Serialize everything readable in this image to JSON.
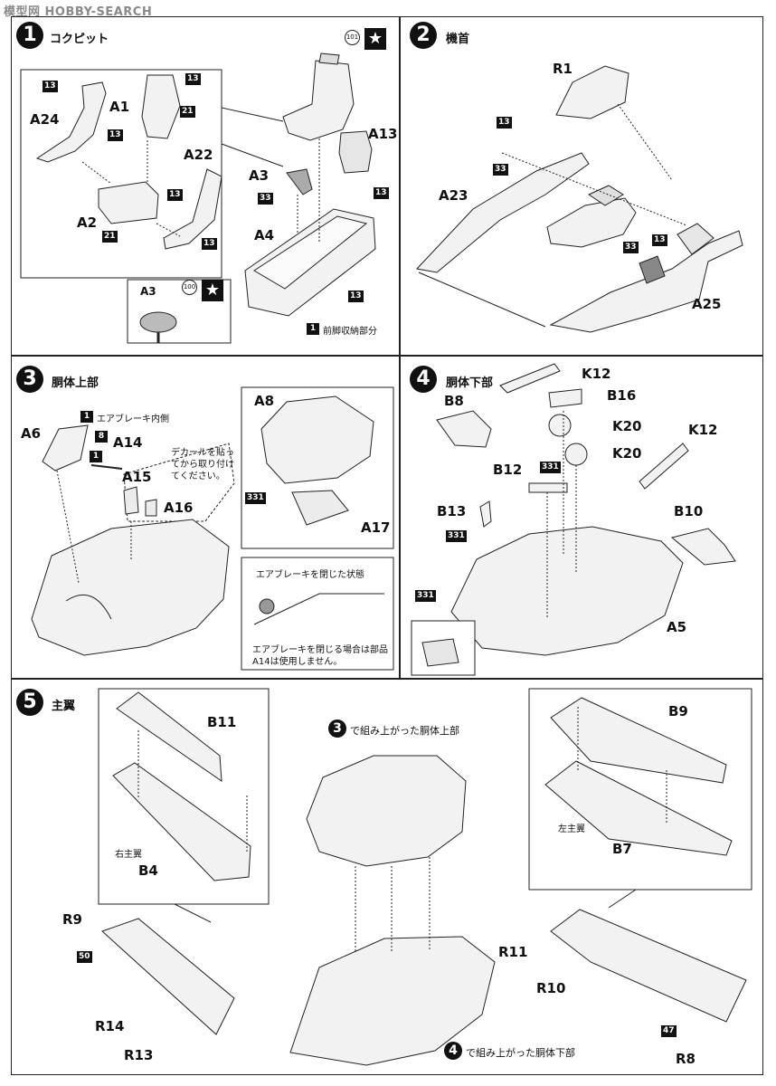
{
  "watermark": "模型网 HOBBY-SEARCH",
  "steps": [
    {
      "num": "1",
      "title": "コクピット"
    },
    {
      "num": "2",
      "title": "機首"
    },
    {
      "num": "3",
      "title": "胴体上部"
    },
    {
      "num": "4",
      "title": "胴体下部"
    },
    {
      "num": "5",
      "title": "主翼"
    }
  ],
  "step1": {
    "parts": [
      "A24",
      "A1",
      "A22",
      "A2",
      "A3",
      "A4",
      "A13"
    ],
    "badges": {
      "b13": "13",
      "b21": "21",
      "b33": "33",
      "b1": "1"
    },
    "decal101": "101",
    "decal100": "100",
    "star": "★",
    "note": "前脚収納部分"
  },
  "step2": {
    "parts": [
      "R1",
      "A23",
      "A25"
    ],
    "badges": {
      "b13": "13",
      "b33": "33"
    }
  },
  "step3": {
    "parts": [
      "A6",
      "A14",
      "A15",
      "A16",
      "A8",
      "A17"
    ],
    "airbrake_inner": "エアブレーキ内側",
    "decal_note": "デカールを貼ってから取り付けてください。",
    "closed_title": "エアブレーキを閉じた状態",
    "closed_note": "エアブレーキを閉じる場合は部品A14は使用しません。",
    "badges": {
      "b1": "1",
      "b8": "8",
      "b331": "331"
    }
  },
  "step4": {
    "parts": [
      "K12",
      "B16",
      "B8",
      "K20",
      "K20",
      "K12",
      "B12",
      "B13",
      "B10",
      "A5"
    ],
    "badges": {
      "b331": "331"
    }
  },
  "step5": {
    "parts": [
      "B11",
      "B4",
      "R9",
      "R14",
      "R13",
      "B9",
      "B7",
      "R11",
      "R10",
      "R8"
    ],
    "right_wing": "右主翼",
    "left_wing": "左主翼",
    "upper_note": "で組み上がった胴体上部",
    "lower_note": "で組み上がった胴体下部",
    "ref3": "3",
    "ref4": "4",
    "badges": {
      "b50": "50",
      "b47": "47"
    }
  }
}
